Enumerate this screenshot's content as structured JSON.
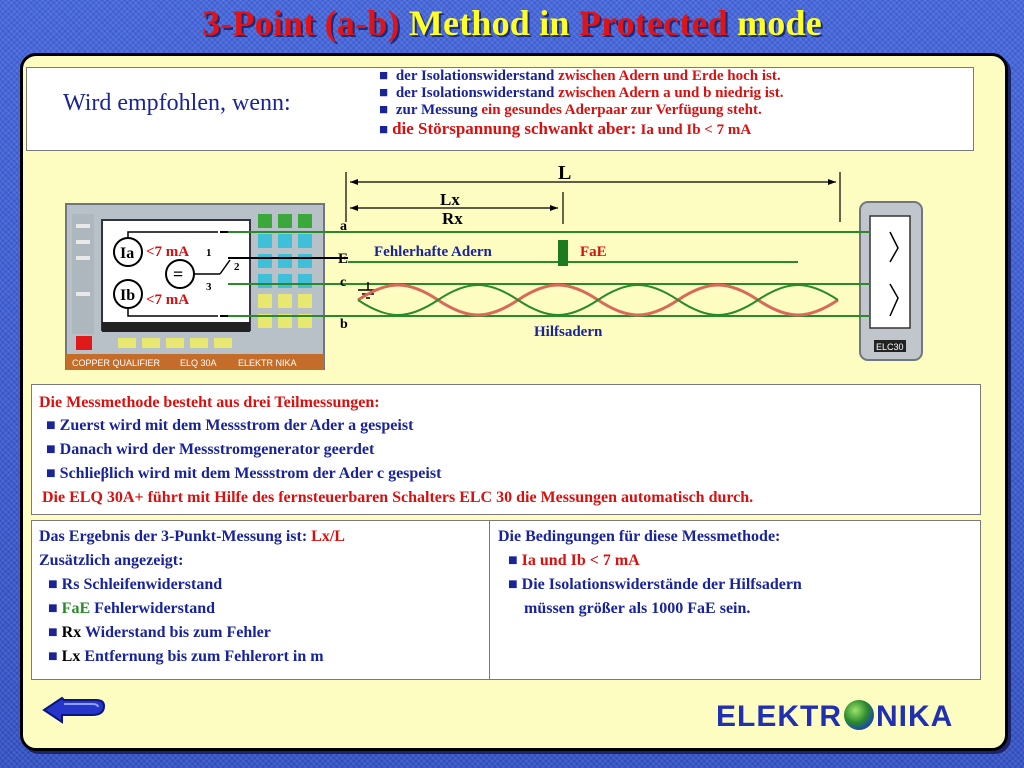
{
  "title": {
    "part1": "3-Point (a-b) ",
    "part2": "Method in ",
    "part3": "Protected",
    "part4": " mode"
  },
  "recommend": {
    "label": "Wird empfohlen, wenn:",
    "items": [
      {
        "a": "der Isolationswiderstand ",
        "b": "zwischen Adern und Erde hoch ist."
      },
      {
        "a": "der Isolationswiderstand ",
        "b": "zwischen Adern a und b niedrig ist."
      },
      {
        "a": "zur Messung ",
        "b": "ein gesundes Aderpaar zur Verfügung steht."
      },
      {
        "a": "die Störspannung schwankt aber: ",
        "b": "Ia und Ib < 7 mA"
      }
    ]
  },
  "diagram": {
    "L": "L",
    "Lx": "Lx",
    "Rx": "Rx",
    "wire_a": "a",
    "wire_E": "E",
    "wire_c": "c",
    "wire_b": "b",
    "faulty": "Fehlerhafte Adern",
    "fae": "FaE",
    "aux": "Hilfsadern",
    "ia": "Ia",
    "ib": "Ib",
    "lt7_a": "<7 mA",
    "lt7_b": "<7 mA",
    "sw1": "1",
    "sw2": "2",
    "sw3": "3",
    "device_brand": "COPPER QUALIFIER",
    "device_model": "ELQ 30A",
    "device_maker": "ELEKTR NIKA",
    "remote": "ELC30"
  },
  "desc": {
    "line1": "Die Messmethode besteht aus drei Teilmessungen:",
    "line2": "Zuerst wird mit dem Messstrom der Ader a gespeist",
    "line3": "Danach wird der Messstromgenerator geerdet",
    "line4": "Schlieβlich wird mit dem Messstrom der Ader c gespeist",
    "line5": "Die ELQ 30A+ führt mit Hilfe des fernsteuerbaren Schalters ELC 30 die Messungen automatisch durch."
  },
  "result": {
    "line1a": "Das Ergebnis der 3-Punkt-Messung ist: ",
    "line1b": "Lx/L",
    "line2": "Zusätzlich angezeigt:",
    "rs": "Rs Schleifenwiderstand",
    "fae_a": "FaE",
    "fae_b": " Fehlerwiderstand",
    "rx_a": "Rx",
    "rx_b": " Widerstand bis zum Fehler",
    "lx_a": "Lx",
    "lx_b": " Entfernung bis zum Fehlerort in m"
  },
  "conditions": {
    "title": "Die Bedingungen für diese Messmethode:",
    "c1": "Ia und Ib < 7 mA",
    "c2": "Die Isolationswiderstände der Hilfsadern",
    "c3": "müssen größer als 1000 FaE sein."
  },
  "logo": {
    "left": "ELEKTR",
    "right": "NIKA"
  },
  "colors": {
    "accent_red": "#d81010",
    "text_blue": "#1a2499",
    "panel": "#fdfdc2",
    "title_yellow": "#ffff20"
  }
}
